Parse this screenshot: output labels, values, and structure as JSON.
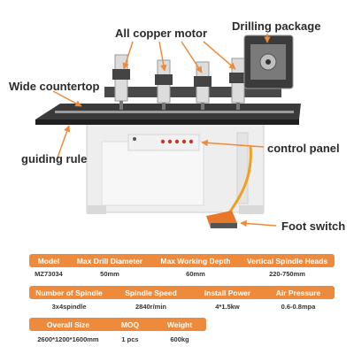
{
  "callouts": {
    "motor": "All copper motor",
    "drilling": "Drilling package",
    "countertop": "Wide countertop",
    "guiding": "guiding rule",
    "control": "control panel",
    "foot": "Foot switch"
  },
  "specs": {
    "row1_headers": [
      "Model",
      "Max Drill Diameter",
      "Max Working Depth",
      "Vertical Spindle Heads"
    ],
    "row1_values": [
      "MZ73034",
      "50mm",
      "60mm",
      "220-750mm"
    ],
    "row2_headers": [
      "Number of Spindle",
      "Spindle Speed",
      "Install Power",
      "Air Pressure"
    ],
    "row2_values": [
      "3x4spindle",
      "2840r/min",
      "4*1.5kw",
      "0.6-0.8mpa"
    ],
    "row3_headers": [
      "Overall Size",
      "MOQ",
      "Weight"
    ],
    "row3_values": [
      "2600*1200*1600mm",
      "1 pcs",
      "600kg"
    ]
  },
  "colors": {
    "accent": "#ee8a3c",
    "arrow": "#f08a3a",
    "machine_base": "#f2f2f2",
    "table_top": "#2d2d2d",
    "pedal": "#e8772a",
    "hose": "#f0a020"
  }
}
